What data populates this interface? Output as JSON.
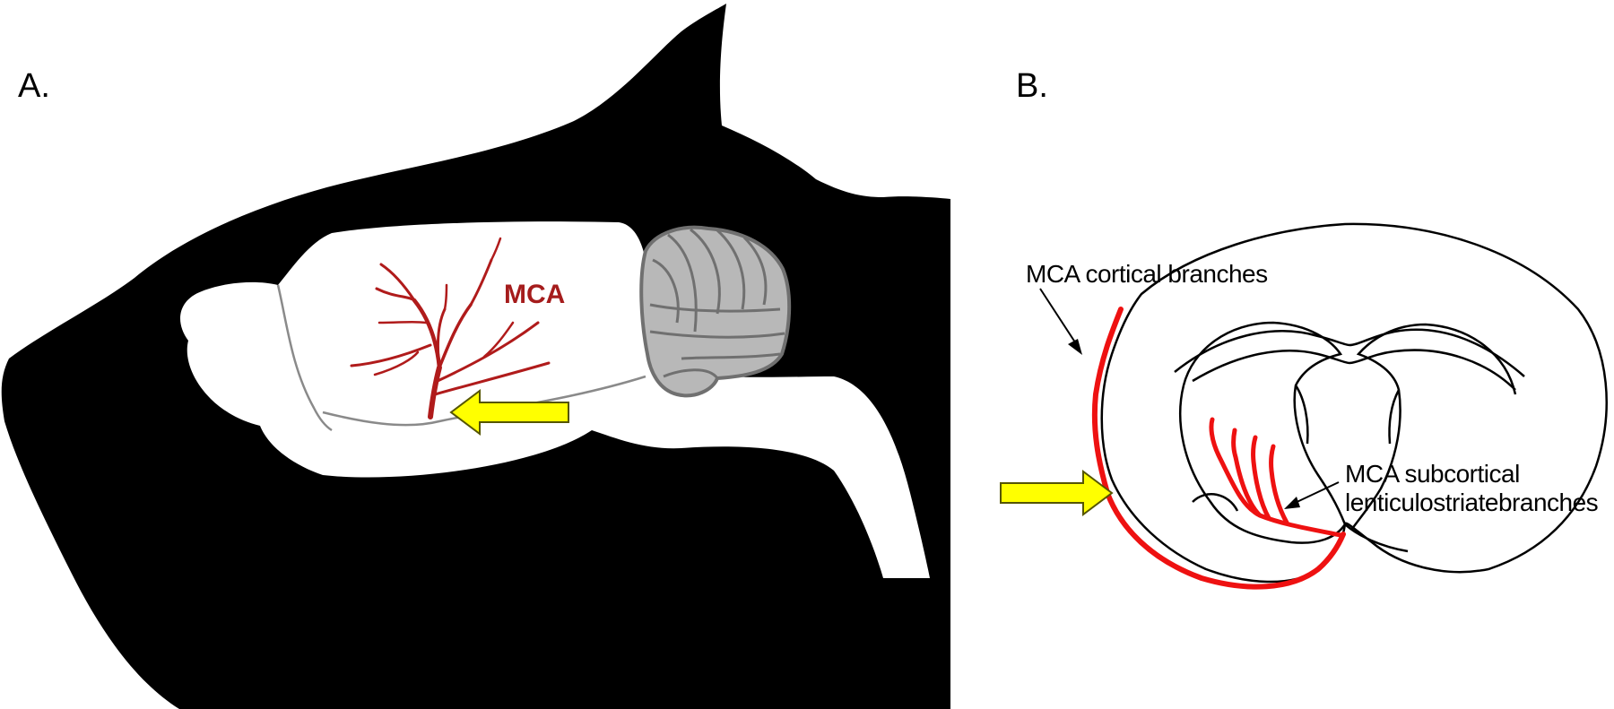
{
  "panels": {
    "a": {
      "label": "A.",
      "vessel_label": "MCA"
    },
    "b": {
      "label": "B.",
      "cortical_label": "MCA cortical branches",
      "subcortical_label_line1": "MCA subcortical",
      "subcortical_label_line2": "lenticulostriatebranches"
    }
  },
  "colors": {
    "head_silhouette": "#000000",
    "brain": "#ffffff",
    "cerebellum": "#b8b8b8",
    "cerebellum_outline": "#707070",
    "artery": "#b01b1b",
    "artery_coronal": "#ee1111",
    "pointer_arrow": "#ffff00",
    "pointer_arrow_outline": "#555500",
    "mca_label": "#a51c1c"
  },
  "icons": {
    "pointer": "yellow-arrow-icon"
  }
}
